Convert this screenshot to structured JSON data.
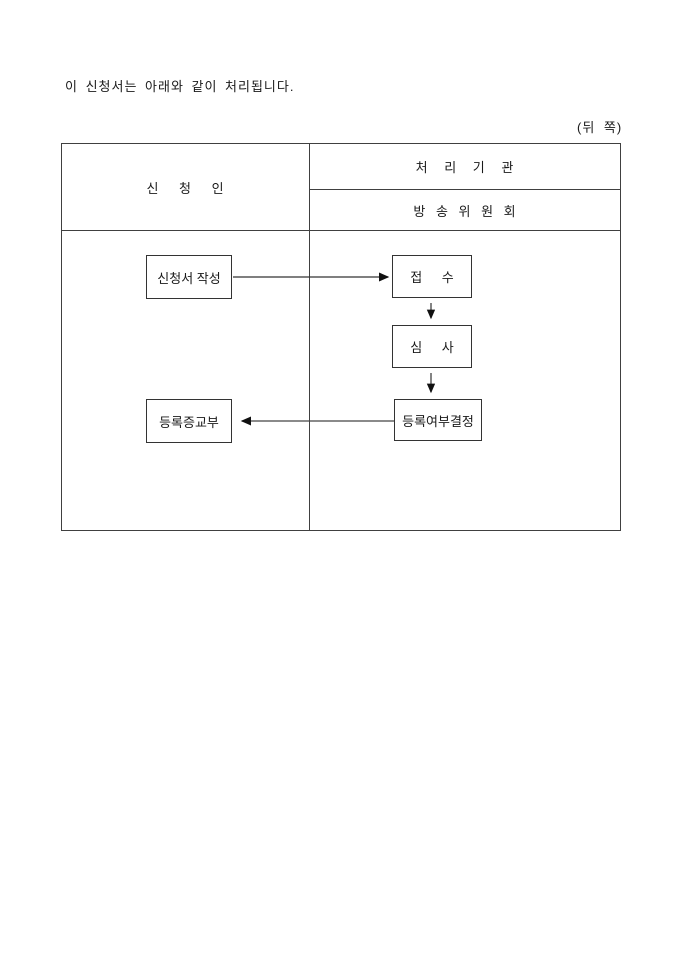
{
  "page": {
    "intro_text": "이 신청서는 아래와 같이 처리됩니다.",
    "side_label": "(뒤 쪽)"
  },
  "table": {
    "applicant_header": "신 청 인",
    "agency_header": "처 리 기 관",
    "agency_name": "방 송 위 원 회"
  },
  "flowchart": {
    "steps": {
      "write_application": "신청서 작성",
      "receipt": "접 수",
      "review": "심 사",
      "registration_decision": "등록여부결정",
      "certificate_issuance": "등록증교부"
    }
  },
  "colors": {
    "border": "#404040",
    "text": "#1a1a1a",
    "background": "#ffffff"
  }
}
